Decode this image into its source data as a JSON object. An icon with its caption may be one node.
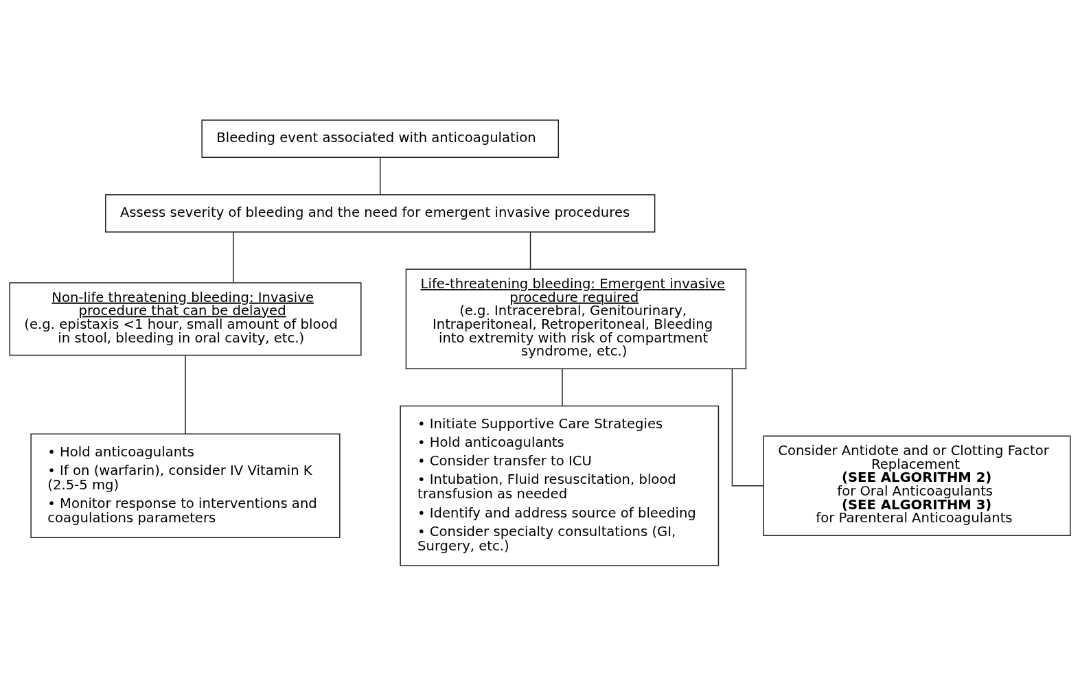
{
  "diagram": {
    "nodes": [
      {
        "text": [
          "Bleeding event associated with anticoagulation"
        ]
      },
      {
        "text": [
          "Assess severity of bleeding and the need for emergent invasive procedures"
        ]
      },
      {
        "text": [
          "Non-life threatening bleeding: Invasive procedure that can be delayed",
          "(e.g. epistaxis <1 hour, small amount of blood in stool, bleeding in oral cavity, etc.)"
        ]
      },
      {
        "text": [
          "Life-threatening bleeding: Emergent invasive procedure required",
          "(e.g. Intracerebral, Genitourinary, Intraperitoneal, Retroperitoneal, Bleeding into extremity with risk of compartment syndrome, etc.)"
        ]
      },
      {
        "text": [
          "• Hold anticoagulants",
          "• If on (warfarin), consider IV Vitamin K (2.5-5 mg)",
          "• Monitor response to interventions and coagulations parameters"
        ]
      },
      {
        "text": [
          "• Initiate Supportive Care Strategies",
          "• Hold anticoagulants",
          "• Consider transfer to ICU",
          "• Intubation, Fluid resuscitation, blood transfusion as needed",
          "• Identify and address source of bleeding",
          "• Consider specialty consultations (GI, Surgery, etc.)"
        ]
      },
      {
        "text": [
          "Consider Antidote and or Clotting Factor Replacement",
          "**(SEE ALGORITHM 2)**",
          "for Oral Anticoagulants",
          "**(SEE ALGORITHM 3)**",
          "for Parenteral Anticoagulants"
        ]
      }
    ],
    "edges": [
      {
        "from": 0,
        "to": 1,
        "arrow": "none"
      },
      {
        "from": 1,
        "to": 2,
        "arrow": "none"
      },
      {
        "from": 1,
        "to": 3,
        "arrow": "none"
      },
      {
        "from": 2,
        "to": 4,
        "arrow": "none"
      },
      {
        "from": 3,
        "to": 5,
        "arrow": "none"
      },
      {
        "from": 3,
        "to": 6,
        "arrow": "none"
      }
    ]
  }
}
